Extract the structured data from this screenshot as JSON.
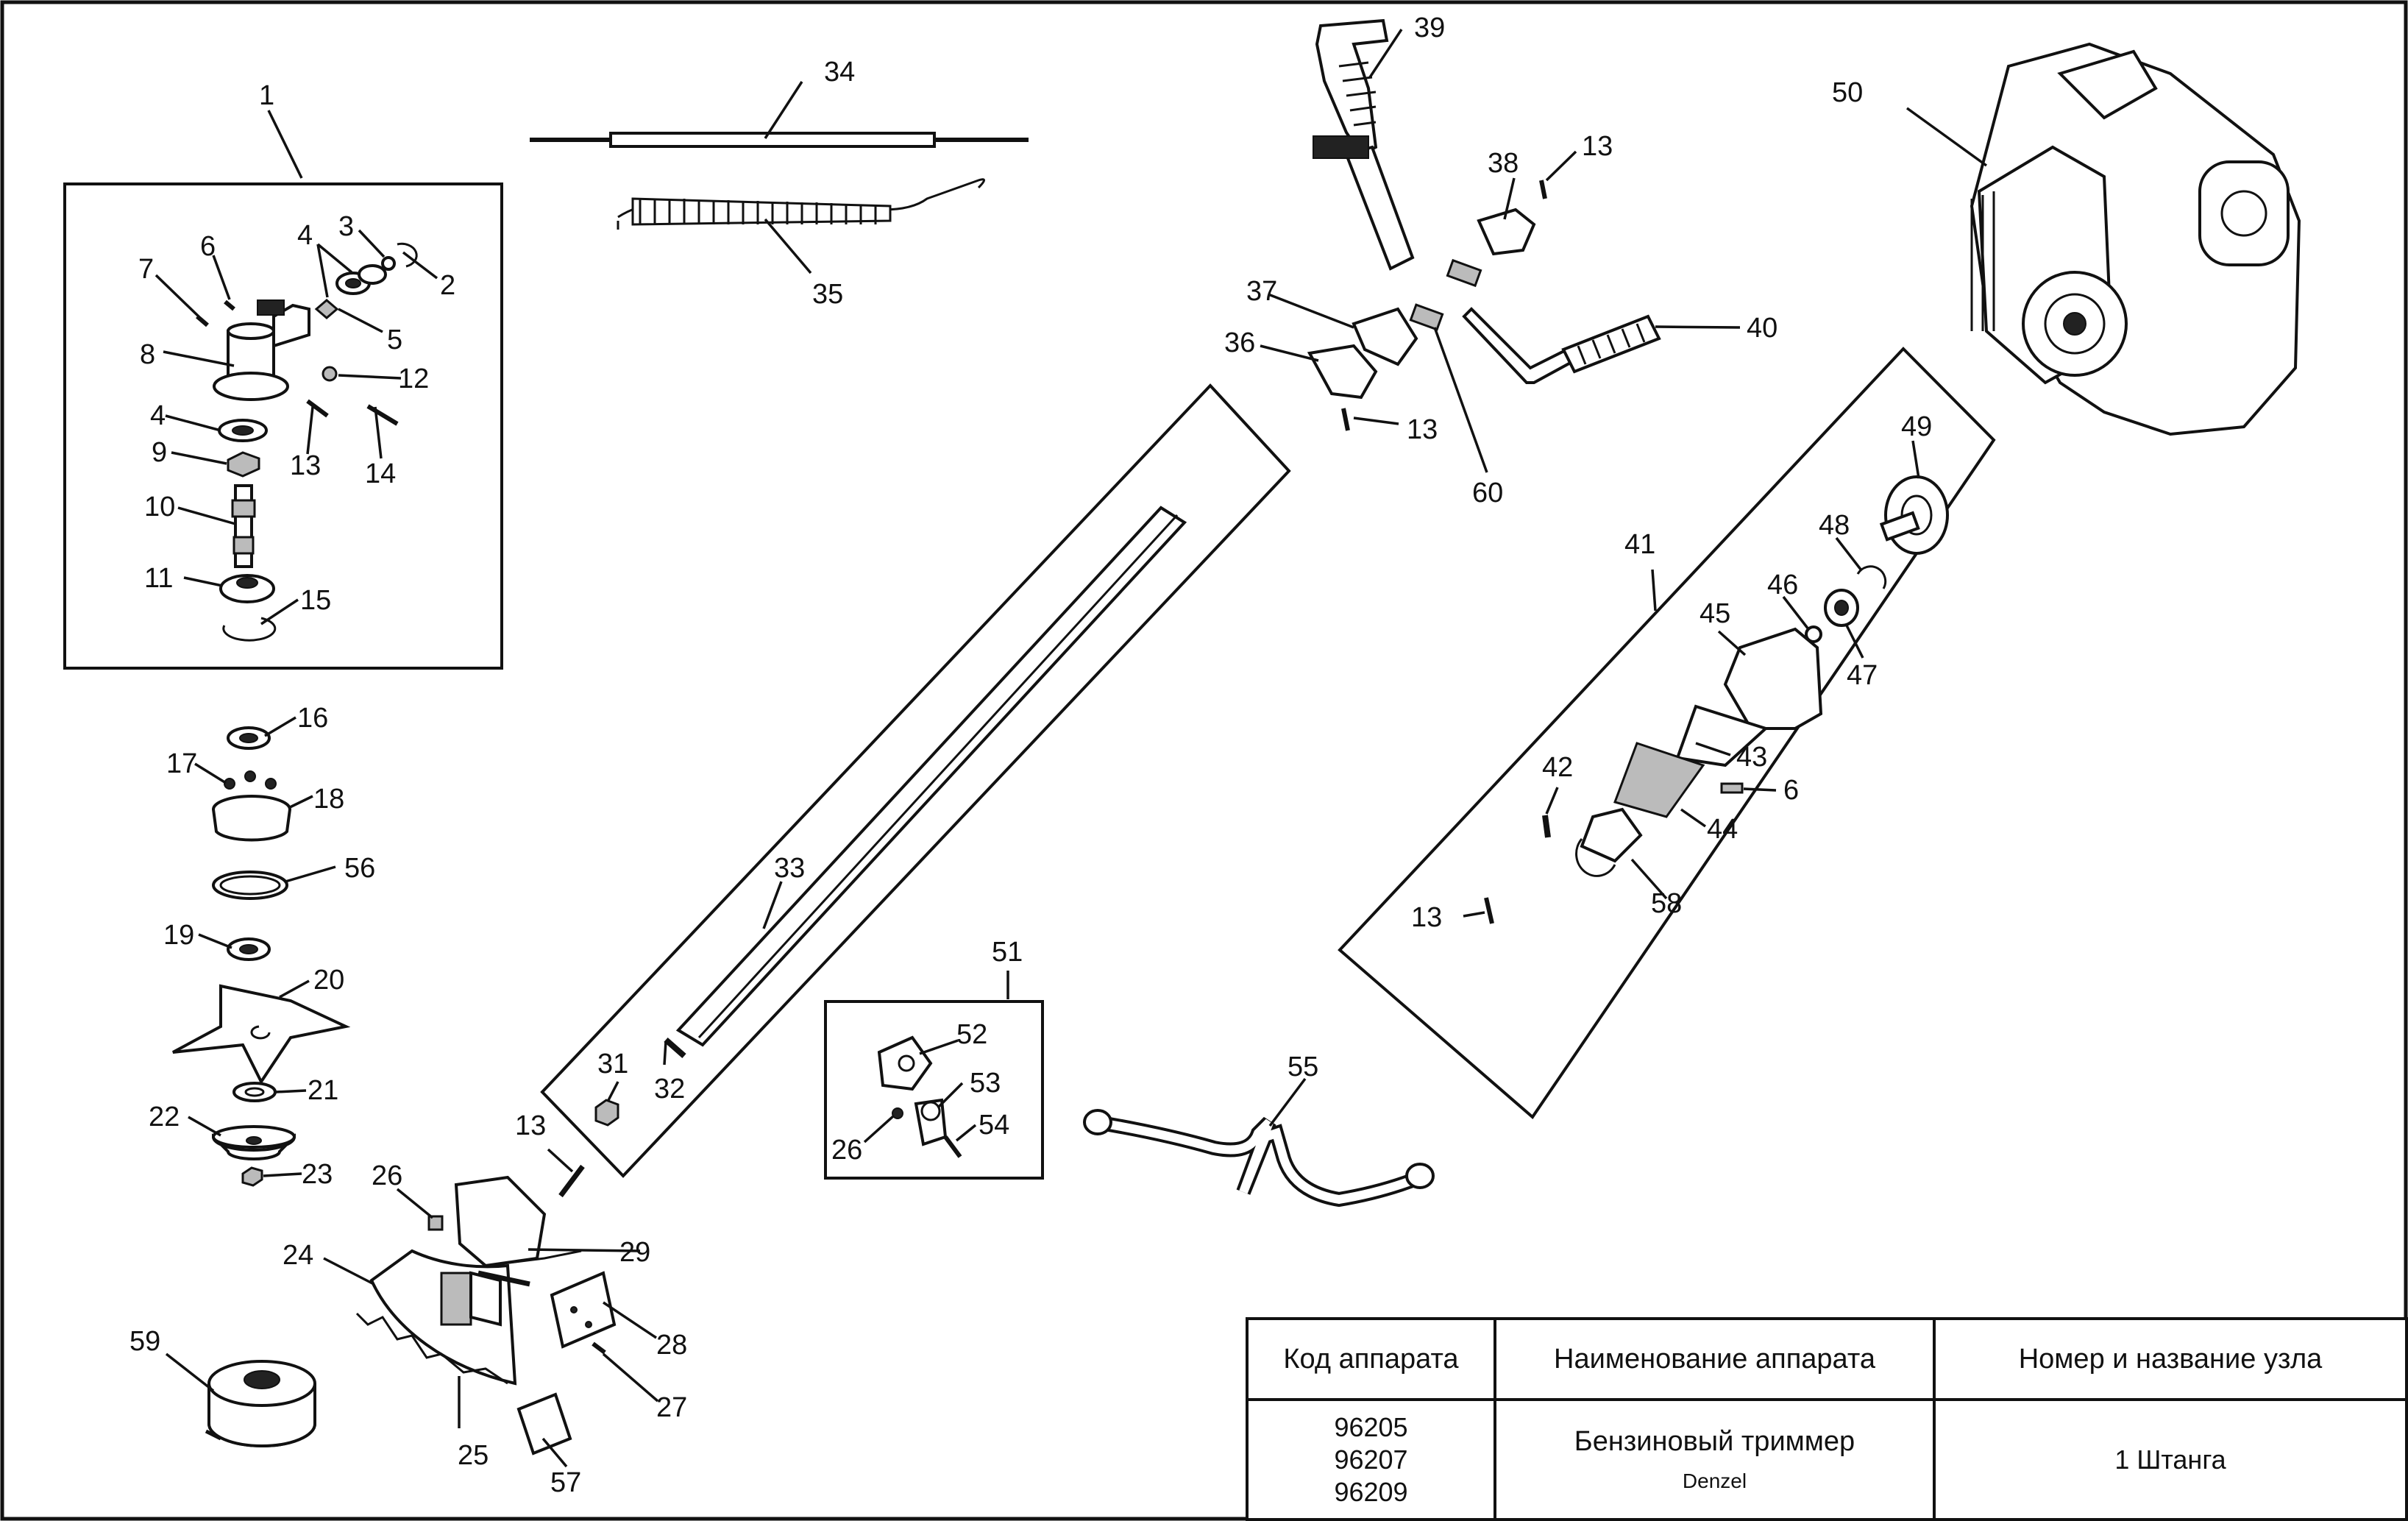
{
  "table": {
    "headers": [
      "Код аппарата",
      "Наименование аппарата",
      "Номер и название узла"
    ],
    "codes": [
      "96205",
      "96207",
      "96209"
    ],
    "device_name": "Бензиновый триммер",
    "brand": "Denzel",
    "assembly": "1 Штанга"
  },
  "callouts": {
    "c1": "1",
    "c2": "2",
    "c3": "3",
    "c4a": "4",
    "c4b": "4",
    "c5": "5",
    "c6a": "6",
    "c6b": "6",
    "c7": "7",
    "c8": "8",
    "c9": "9",
    "c10": "10",
    "c11": "11",
    "c12": "12",
    "c13a": "13",
    "c13b": "13",
    "c13c": "13",
    "c13d": "13",
    "c13e": "13",
    "c14": "14",
    "c15": "15",
    "c16": "16",
    "c17": "17",
    "c18": "18",
    "c19": "19",
    "c20": "20",
    "c21": "21",
    "c22": "22",
    "c23": "23",
    "c24": "24",
    "c25": "25",
    "c26a": "26",
    "c26b": "26",
    "c27": "27",
    "c28": "28",
    "c29": "29",
    "c31": "31",
    "c32": "32",
    "c33": "33",
    "c34": "34",
    "c35": "35",
    "c36": "36",
    "c37": "37",
    "c38": "38",
    "c39": "39",
    "c40": "40",
    "c41": "41",
    "c42": "42",
    "c43": "43",
    "c44": "44",
    "c45": "45",
    "c46": "46",
    "c47": "47",
    "c48": "48",
    "c49": "49",
    "c50": "50",
    "c51": "51",
    "c52": "52",
    "c53": "53",
    "c54": "54",
    "c55": "55",
    "c56": "56",
    "c57": "57",
    "c58": "58",
    "c59": "59",
    "c60": "60"
  }
}
